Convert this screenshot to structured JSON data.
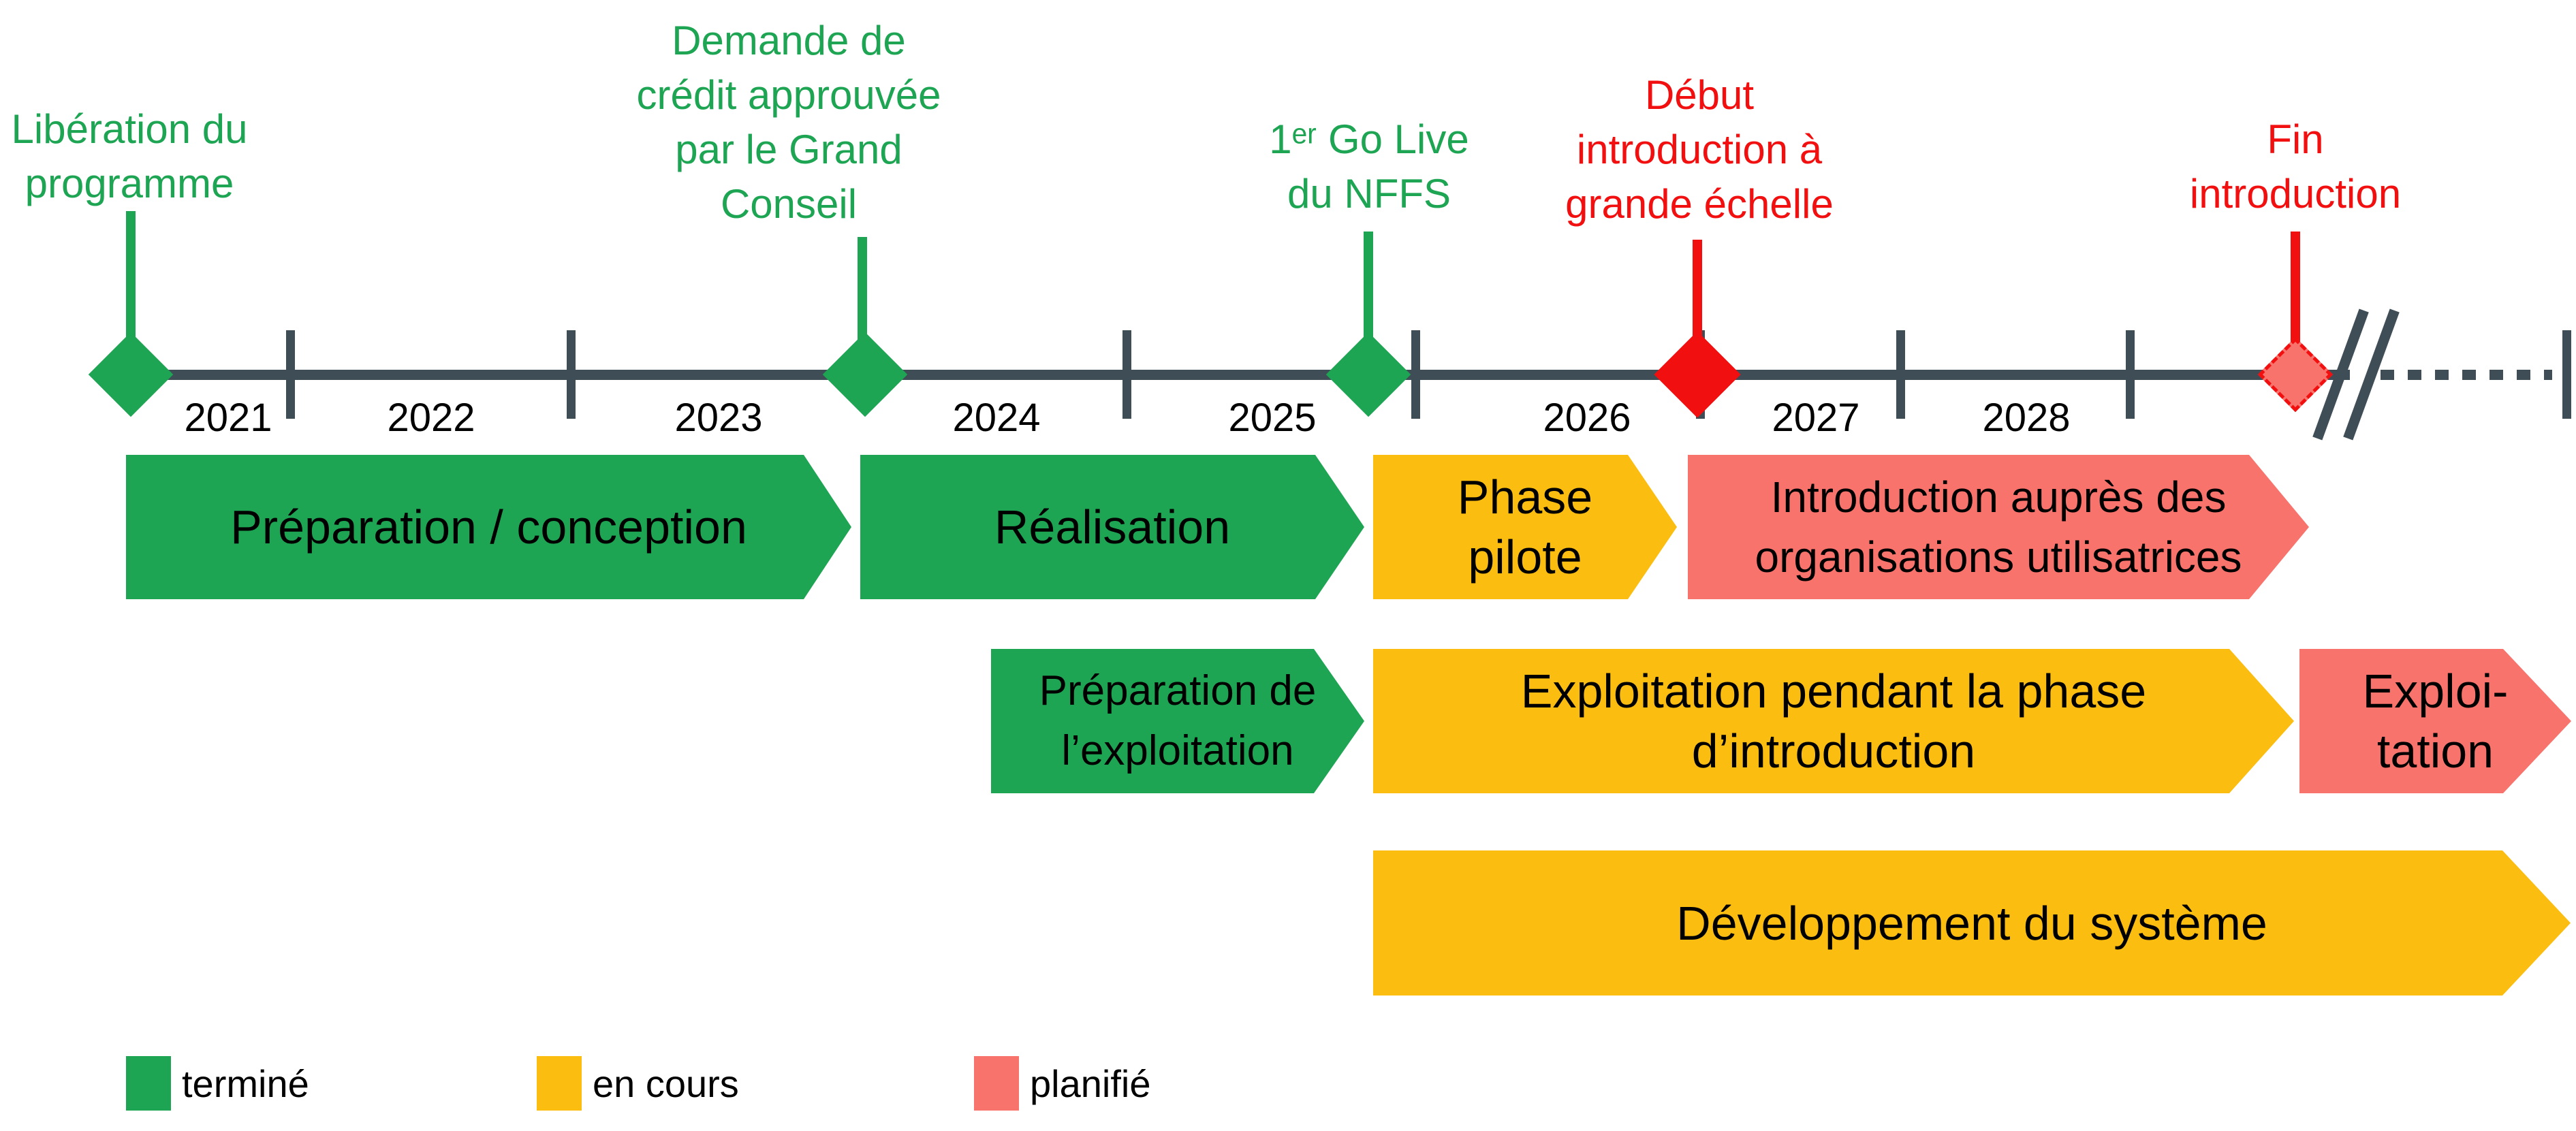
{
  "diagram": {
    "type": "project-timeline",
    "language": "fr",
    "colors": {
      "done_green": "#1EA553",
      "in_progress_yellow": "#FBBD10",
      "planned_pink": "#F9736D",
      "milestone_red": "#F20F0F",
      "axis_slate": "#3F4D57"
    },
    "years": [
      "2021",
      "2022",
      "2023",
      "2024",
      "2025",
      "2026",
      "2027",
      "2028"
    ],
    "milestones": [
      {
        "lines": [
          "Libération du",
          "programme"
        ],
        "status": "terminé"
      },
      {
        "lines": [
          "Demande de",
          "crédit approuvée",
          "par le Grand",
          "Conseil"
        ],
        "status": "terminé"
      },
      {
        "lines": [
          "1ᵉʳ Go Live",
          "du NFFS"
        ],
        "status": "terminé"
      },
      {
        "lines": [
          "Début",
          "introduction à",
          "grande échelle"
        ],
        "status": "planifié"
      },
      {
        "lines": [
          "Fin",
          "introduction"
        ],
        "status": "planifié"
      }
    ],
    "phases": [
      {
        "lines": [
          "Préparation / conception"
        ],
        "status": "terminé"
      },
      {
        "lines": [
          "Réalisation"
        ],
        "status": "terminé"
      },
      {
        "lines": [
          "Phase",
          "pilote"
        ],
        "status": "en cours"
      },
      {
        "lines": [
          "Introduction auprès des",
          "organisations utilisatrices"
        ],
        "status": "planifié"
      },
      {
        "lines": [
          "Préparation de",
          "l’exploitation"
        ],
        "status": "terminé"
      },
      {
        "lines": [
          "Exploitation pendant la phase",
          "d’introduction"
        ],
        "status": "en cours"
      },
      {
        "lines": [
          "Exploi-",
          "tation"
        ],
        "status": "planifié"
      },
      {
        "lines": [
          "Développement du système"
        ],
        "status": "en cours"
      }
    ],
    "legend": [
      {
        "label": "terminé",
        "color": "#1EA553"
      },
      {
        "label": "en cours",
        "color": "#FBBD10"
      },
      {
        "label": "planifié",
        "color": "#F9736D"
      }
    ]
  }
}
